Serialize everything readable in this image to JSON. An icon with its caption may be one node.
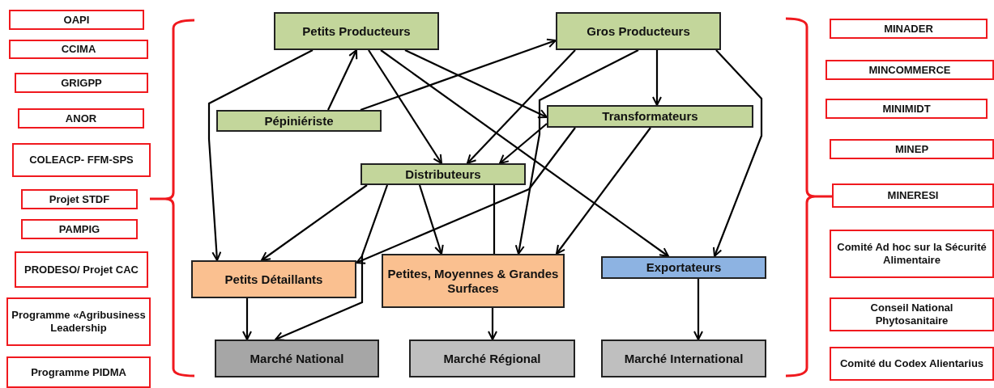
{
  "diagram": {
    "nodes": [
      {
        "text": [
          "Petits Producteurs"
        ]
      },
      {
        "text": [
          "Gros Producteurs"
        ]
      },
      {
        "text": [
          "Pépiniériste"
        ]
      },
      {
        "text": [
          "Transformateurs"
        ]
      },
      {
        "text": [
          "Distributeurs"
        ]
      },
      {
        "text": [
          "Petits Détaillants"
        ]
      },
      {
        "text": [
          "Petites, Moyennes & Grandes Surfaces"
        ]
      },
      {
        "text": [
          "Exportateurs"
        ]
      },
      {
        "text": [
          "Marché National"
        ]
      },
      {
        "text": [
          "Marché Régional"
        ]
      },
      {
        "text": [
          "Marché International"
        ]
      },
      {
        "text": [
          "OAPI"
        ]
      },
      {
        "text": [
          "CCIMA"
        ]
      },
      {
        "text": [
          "GRIGPP"
        ]
      },
      {
        "text": [
          "ANOR"
        ]
      },
      {
        "text": [
          "COLEACP- FFM-SPS"
        ]
      },
      {
        "text": [
          "Projet STDF"
        ]
      },
      {
        "text": [
          "PAMPIG"
        ]
      },
      {
        "text": [
          "PRODESO/ Projet CAC"
        ]
      },
      {
        "text": [
          "Programme «Agribusiness Leadership"
        ]
      },
      {
        "text": [
          "Programme PIDMA"
        ]
      },
      {
        "text": [
          "MINADER"
        ]
      },
      {
        "text": [
          "MINCOMMERCE"
        ]
      },
      {
        "text": [
          "MINIMIDT"
        ]
      },
      {
        "text": [
          "MINEP"
        ]
      },
      {
        "text": [
          "MINERESI"
        ]
      },
      {
        "text": [
          "Comité Ad hoc sur la Sécurité Alimentaire"
        ]
      },
      {
        "text": [
          "Conseil National Phytosanitaire"
        ]
      },
      {
        "text": [
          "Comité du Codex Alientarius"
        ]
      }
    ],
    "edges": [
      {
        "from": 0,
        "to": 5,
        "arrow": "to"
      },
      {
        "from": 2,
        "to": 0,
        "arrow": "to"
      },
      {
        "from": 2,
        "to": 1,
        "arrow": "to"
      },
      {
        "from": 0,
        "to": 4,
        "arrow": "to"
      },
      {
        "from": 0,
        "to": 3,
        "arrow": "to"
      },
      {
        "from": 0,
        "to": 7,
        "arrow": "to"
      },
      {
        "from": 1,
        "to": 4,
        "arrow": "to"
      },
      {
        "from": 1,
        "to": 3,
        "arrow": "to"
      },
      {
        "from": 1,
        "to": 6,
        "arrow": "to"
      },
      {
        "from": 1,
        "to": 7,
        "arrow": "to"
      },
      {
        "from": 3,
        "to": 4,
        "arrow": "to"
      },
      {
        "from": 3,
        "to": 5,
        "arrow": "to"
      },
      {
        "from": 3,
        "to": 6,
        "arrow": "to"
      },
      {
        "from": 4,
        "to": 5,
        "arrow": "to"
      },
      {
        "from": 4,
        "to": 8,
        "arrow": "to"
      },
      {
        "from": 4,
        "to": 6,
        "arrow": "to"
      },
      {
        "from": 4,
        "to": 6,
        "arrow": "none"
      },
      {
        "from": 5,
        "to": 8,
        "arrow": "to"
      },
      {
        "from": 6,
        "to": 9,
        "arrow": "to"
      },
      {
        "from": 7,
        "to": 10,
        "arrow": "to"
      }
    ]
  }
}
